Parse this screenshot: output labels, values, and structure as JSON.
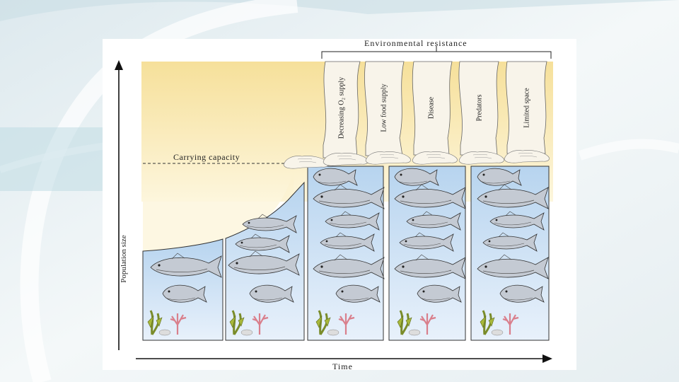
{
  "figure": {
    "environmental_resistance": "Environmental resistance",
    "carrying_capacity": "Carrying capacity",
    "time_axis": "Time",
    "population_axis": "Population size",
    "resistance_factors": [
      "Decreasing O₂ supply",
      "Low food supply",
      "Disease",
      "Predators",
      "Limited space"
    ]
  },
  "colors": {
    "sky_top": "#f6e09a",
    "sky_bottom": "#fdf6dd",
    "water_top": "#b7d4ef",
    "water_bottom": "#e8f1fb",
    "fish": "#c4cad3",
    "hands": "#f8f4ea"
  }
}
